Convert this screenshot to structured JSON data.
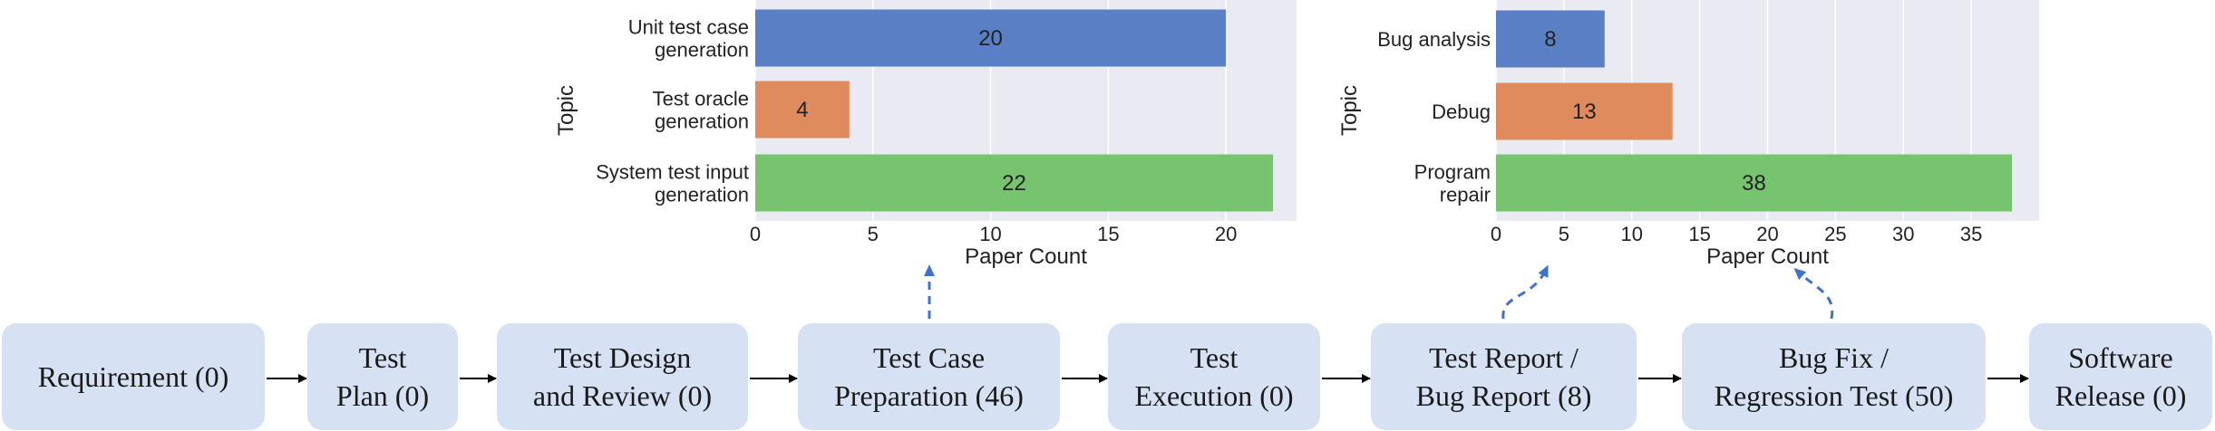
{
  "chart_data": [
    {
      "type": "bar",
      "orientation": "horizontal",
      "categories": [
        "Unit test case\ngeneration",
        "Test oracle\ngeneration",
        "System test input\ngeneration"
      ],
      "values": [
        20,
        4,
        22
      ],
      "colors": [
        "#5b7fc4",
        "#df8b5d",
        "#77c370"
      ],
      "xlabel": "Paper Count",
      "ylabel": "Topic",
      "xticks": [
        0,
        5,
        10,
        15,
        20
      ],
      "xlim": [
        0,
        23
      ],
      "grid": true,
      "background": "#eaeaf2"
    },
    {
      "type": "bar",
      "orientation": "horizontal",
      "categories": [
        "Bug analysis",
        "Debug",
        "Program\nrepair"
      ],
      "values": [
        8,
        13,
        38
      ],
      "colors": [
        "#5b7fc4",
        "#df8b5d",
        "#77c370"
      ],
      "xlabel": "Paper Count",
      "ylabel": "Topic",
      "xticks": [
        0,
        5,
        10,
        15,
        20,
        25,
        30,
        35
      ],
      "xlim": [
        0,
        40
      ],
      "grid": true,
      "background": "#eaeaf2"
    }
  ],
  "pipeline": {
    "stages": [
      {
        "label": "Requirement (0)"
      },
      {
        "label": "Test\nPlan (0)"
      },
      {
        "label": "Test Design\nand Review (0)"
      },
      {
        "label": "Test Case\nPreparation (46)"
      },
      {
        "label": "Test\nExecution (0)"
      },
      {
        "label": "Test Report /\nBug Report (8)"
      },
      {
        "label": "Bug Fix /\nRegression Test (50)"
      },
      {
        "label": "Software\nRelease (0)"
      }
    ],
    "box_color": "#d6e1f3",
    "link_color": "#3f73c7"
  }
}
